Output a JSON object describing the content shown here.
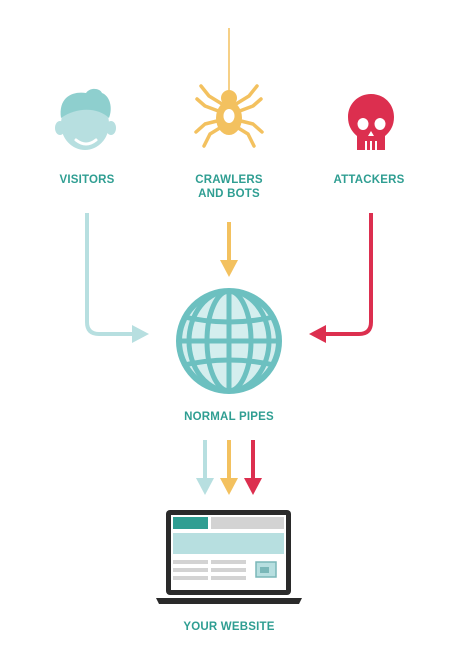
{
  "labels": {
    "visitors": "VISITORS",
    "crawlers": "CRAWLERS\nAND BOTS",
    "attackers": "ATTACKERS",
    "pipes": "NORMAL PIPES",
    "website": "YOUR WEBSITE"
  },
  "colors": {
    "teal": "#2f9e92",
    "visitor": "#b7dfe0",
    "crawler": "#f3c15f",
    "attacker": "#dc2f4f",
    "globe_stroke": "#6cc0c0",
    "globe_fill": "#d4eeee",
    "laptop": "#2a2a2a",
    "placeholder_gray": "#d3d3d3"
  },
  "icons": {
    "visitor": "smiling-face-icon",
    "crawler": "spider-icon",
    "attacker": "skull-icon",
    "pipes": "globe-icon",
    "website": "laptop-icon"
  }
}
